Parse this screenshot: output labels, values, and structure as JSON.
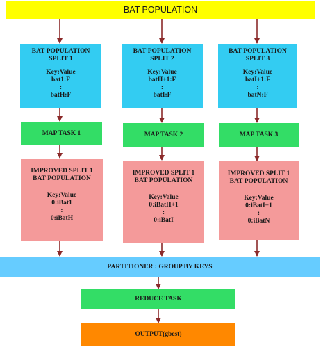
{
  "top": {
    "title": "BAT POPULATION"
  },
  "splits": [
    {
      "title1": "BAT POPULATION",
      "title2": "SPLIT 1",
      "kv": "Key:Value",
      "first": "bat1:F",
      "dots": ":",
      "last": "batH:F"
    },
    {
      "title1": "BAT POPULATION",
      "title2": "SPLIT 2",
      "kv": "Key:Value",
      "first": "batH+1:F",
      "dots": ":",
      "last": "batI:F"
    },
    {
      "title1": "BAT POPULATION",
      "title2": "SPLIT 3",
      "kv": "Key:Value",
      "first": "batI+1:F",
      "dots": ":",
      "last": "batN:F"
    }
  ],
  "maps": [
    {
      "label": "MAP TASK 1"
    },
    {
      "label": "MAP TASK 2"
    },
    {
      "label": "MAP TASK 3"
    }
  ],
  "improved": [
    {
      "title1": "IMPROVED SPLIT 1",
      "title2": "BAT POPULATION",
      "kv": "Key:Value",
      "first": "0:iBat1",
      "dots": ":",
      "last": "0:iBatH"
    },
    {
      "title1": "IMPROVED SPLIT 1",
      "title2": "BAT POPULATION",
      "kv": "Key:Value",
      "first": "0:iBatH+1",
      "dots": ":",
      "last": "0:iBatI"
    },
    {
      "title1": "IMPROVED SPLIT 1",
      "title2": "BAT POPULATION",
      "kv": "Key:Value",
      "first": "0:iBatI+1",
      "dots": ":",
      "last": "0:iBatN"
    }
  ],
  "partitioner": {
    "label": "PARTITIONER : GROUP BY KEYS"
  },
  "reduce": {
    "label": "REDUCE TASK"
  },
  "output": {
    "label": "OUTPUT(gbest)"
  },
  "colors": {
    "banner": "#ffff00",
    "split": "#33ccf2",
    "map": "#33dd66",
    "improved": "#f49a9a",
    "partitioner": "#66ccff",
    "reduce": "#33dd66",
    "output": "#ff8800",
    "arrow": "#8b2a2a"
  }
}
